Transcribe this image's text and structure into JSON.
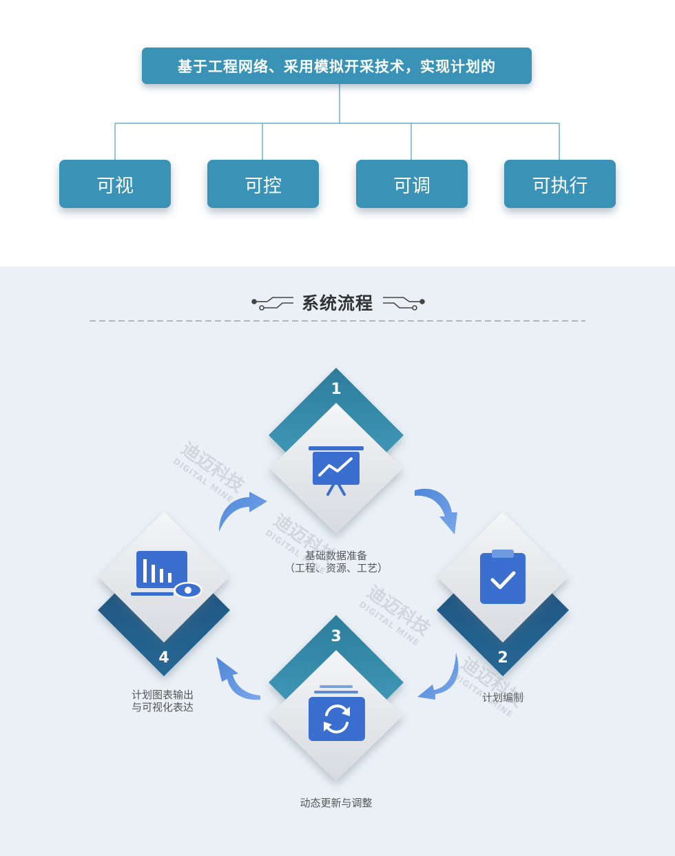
{
  "tree": {
    "root": "基于工程网络、采用模拟开采技术，实现计划的",
    "leaves": [
      "可视",
      "可控",
      "可调",
      "可执行"
    ]
  },
  "section": {
    "title": "系统流程"
  },
  "steps": [
    {
      "number": "1",
      "label_line1": "基础数据准备",
      "label_line2": "（工程、资源、工艺）",
      "icon": "presentation-chart-icon"
    },
    {
      "number": "2",
      "label_line1": "计划编制",
      "label_line2": "",
      "icon": "clipboard-check-icon"
    },
    {
      "number": "3",
      "label_line1": "动态更新与调整",
      "label_line2": "",
      "icon": "refresh-icon"
    },
    {
      "number": "4",
      "label_line1": "计划图表输出",
      "label_line2": "与可视化表达",
      "icon": "chart-eye-icon"
    }
  ],
  "watermark": {
    "cn": "迪迈科技",
    "en": "DIGITAL MINE"
  },
  "colors": {
    "teal": "#3a93b6",
    "dark_blue": "#1f5f8d",
    "arrow_blue": "#5a8fe0",
    "icon_blue": "#3a6fcf",
    "background": "#eaf0f6"
  }
}
